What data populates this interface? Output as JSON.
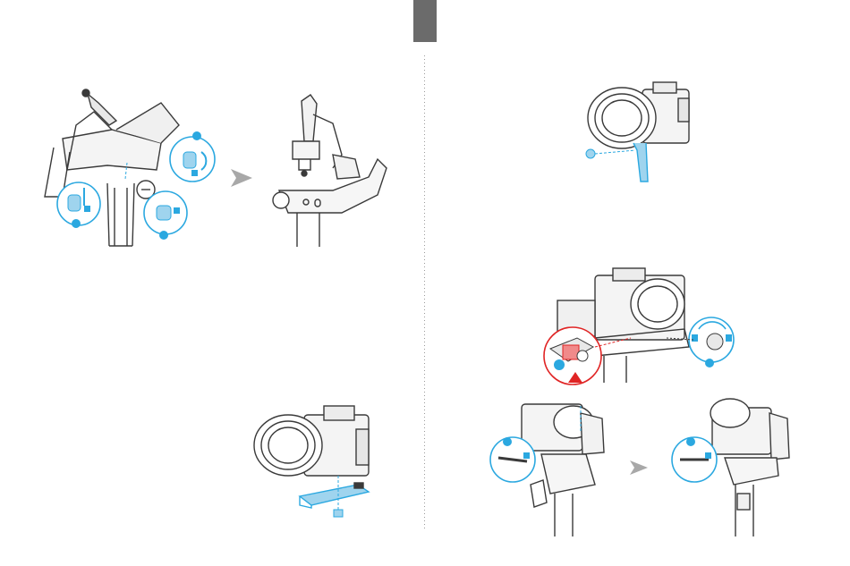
{
  "page": {
    "tab_color": "#6b6b6b",
    "divider_color": "#9a9a9a",
    "accent_color": "#2ba8e0",
    "alert_color": "#e02424",
    "line_color": "#3a3a3a"
  },
  "figures": [
    {
      "name": "gimbal-folded-unlock",
      "icons": [
        "lock-icon",
        "lock-icon",
        "lock-icon"
      ]
    },
    {
      "name": "gimbal-unfolded"
    },
    {
      "name": "camera-quick-release-plate"
    },
    {
      "name": "camera-screw-mount"
    },
    {
      "name": "camera-mounted-on-gimbal",
      "icons": [
        "warning-triangle-icon",
        "lock-icon"
      ]
    },
    {
      "name": "balance-tilt-before"
    },
    {
      "name": "balance-tilt-after"
    }
  ],
  "arrows": [
    "arrow-right-icon",
    "arrow-right-icon"
  ]
}
